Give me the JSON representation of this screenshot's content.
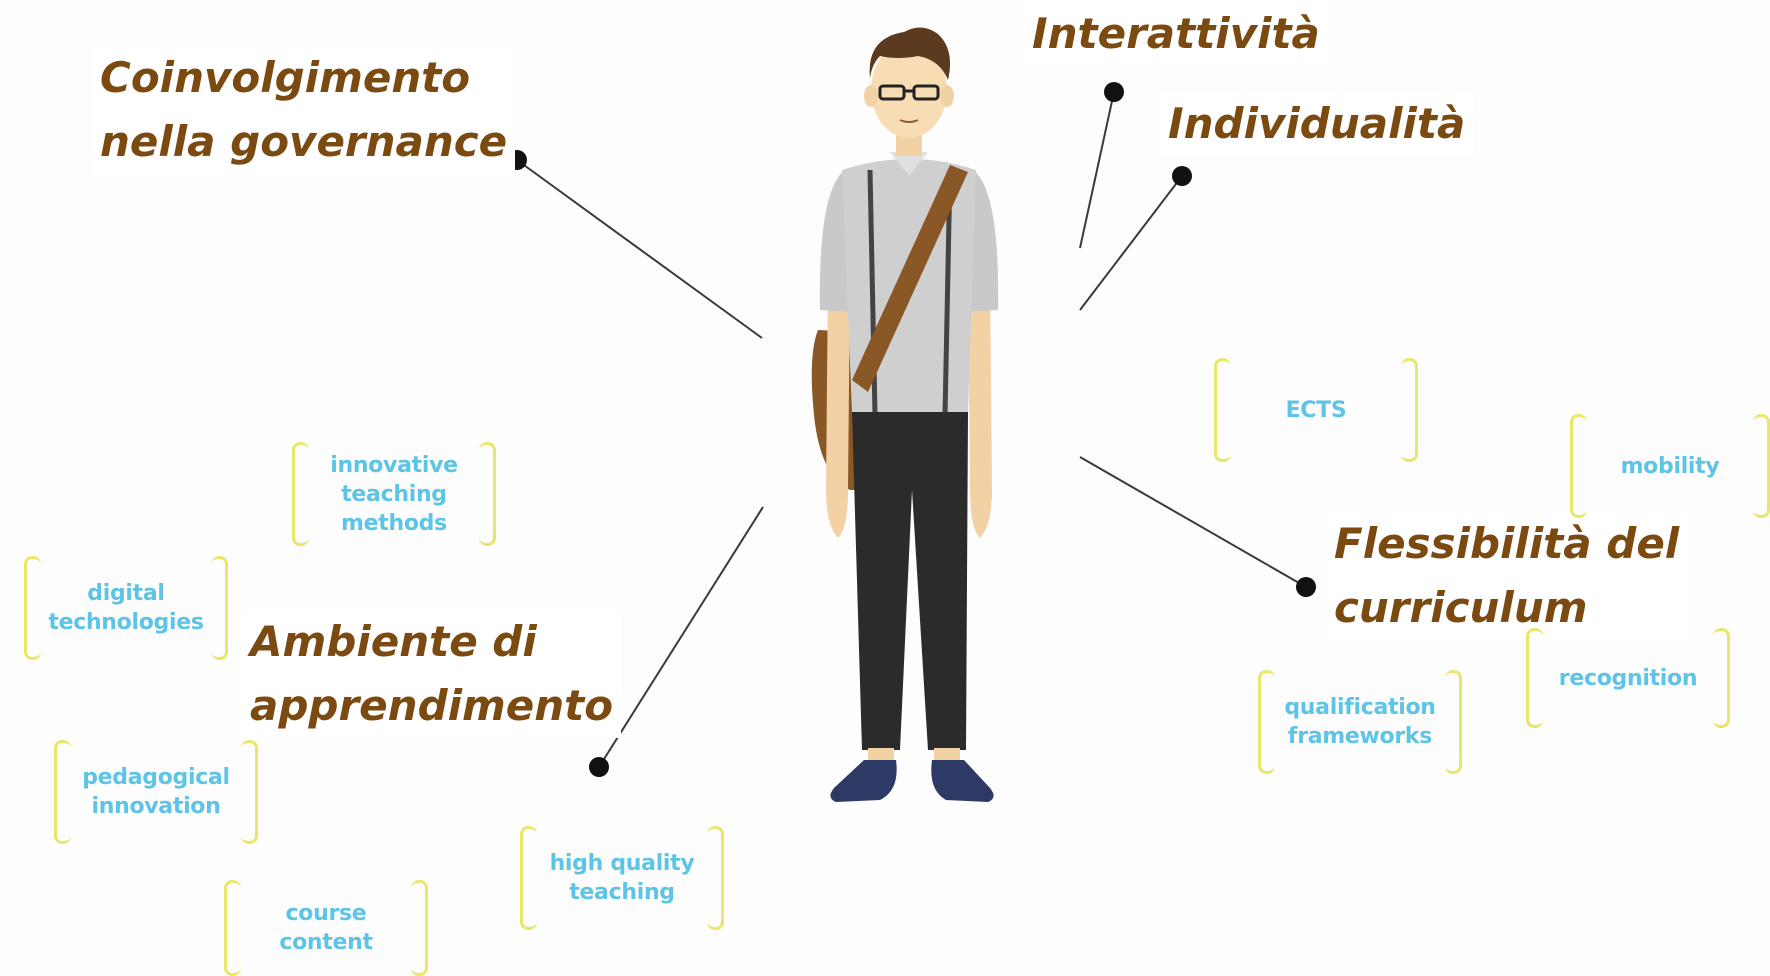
{
  "labels": {
    "governance": [
      "Coinvolgimento",
      "nella governance"
    ],
    "interattivita": [
      "Interattività"
    ],
    "individualita": [
      "Individualità"
    ],
    "ambiente": [
      "Ambiente di",
      "apprendimento"
    ],
    "flessibilita": [
      "Flessibilità del",
      "curriculum"
    ]
  },
  "tags": {
    "innovative": [
      "innovative",
      "teaching",
      "methods"
    ],
    "digital": [
      "digital",
      "technologies"
    ],
    "pedagogical": [
      "pedagogical",
      "innovation"
    ],
    "course": [
      "course content"
    ],
    "high_quality": [
      "high quality",
      "teaching"
    ],
    "ects": [
      "ECTS"
    ],
    "mobility": [
      "mobility"
    ],
    "recognition": [
      "recognition"
    ],
    "qualification": [
      "qualification",
      "frameworks"
    ]
  },
  "colors": {
    "label_text": "#7a4a10",
    "tag_text": "#5ec4e6",
    "bracket": "#e9e76a",
    "connector": "#333333"
  }
}
